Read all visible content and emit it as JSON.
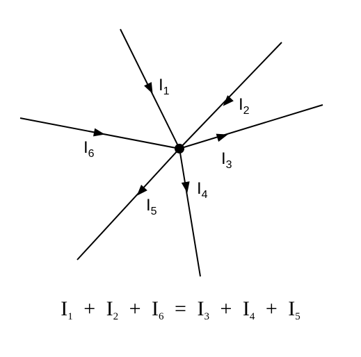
{
  "colors": {
    "ink": "#000000",
    "background": "#ffffff"
  },
  "currents": [
    {
      "id": "I1",
      "base": "I",
      "sub": "1",
      "direction": "in"
    },
    {
      "id": "I2",
      "base": "I",
      "sub": "2",
      "direction": "in"
    },
    {
      "id": "I3",
      "base": "I",
      "sub": "3",
      "direction": "out"
    },
    {
      "id": "I4",
      "base": "I",
      "sub": "4",
      "direction": "out"
    },
    {
      "id": "I5",
      "base": "I",
      "sub": "5",
      "direction": "out"
    },
    {
      "id": "I6",
      "base": "I",
      "sub": "6",
      "direction": "in"
    }
  ],
  "equation": {
    "terms_left": [
      {
        "base": "I",
        "sub": "1"
      },
      {
        "base": "I",
        "sub": "2"
      },
      {
        "base": "I",
        "sub": "6"
      }
    ],
    "terms_right": [
      {
        "base": "I",
        "sub": "3"
      },
      {
        "base": "I",
        "sub": "4"
      },
      {
        "base": "I",
        "sub": "5"
      }
    ],
    "plus": "+",
    "equals": "="
  }
}
